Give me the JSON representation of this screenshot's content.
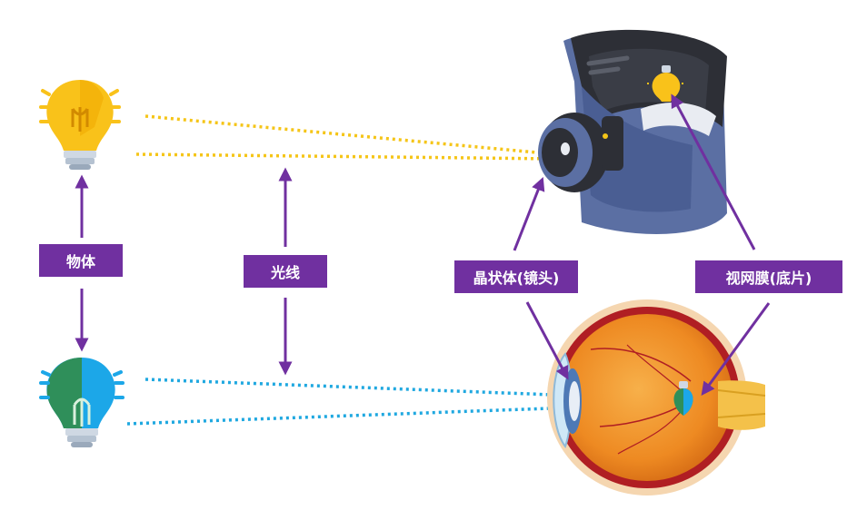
{
  "labels": {
    "object": "物体",
    "light": "光线",
    "lens": "晶状体(镜头)",
    "retina": "视网膜(底片)"
  },
  "colors": {
    "accent": "#7030a0",
    "yellow_rays": "#f5c518",
    "blue_rays": "#1fa8e0",
    "camera_body": "#5b6fa3",
    "camera_dark": "#2d2f36",
    "eye_orange": "#f29a2e"
  },
  "icons": {
    "top_bulb": "lightbulb-yellow-icon",
    "bottom_bulb": "lightbulb-inverted-icon",
    "camera": "camera-illustration",
    "eye": "eye-cross-section-illustration"
  }
}
